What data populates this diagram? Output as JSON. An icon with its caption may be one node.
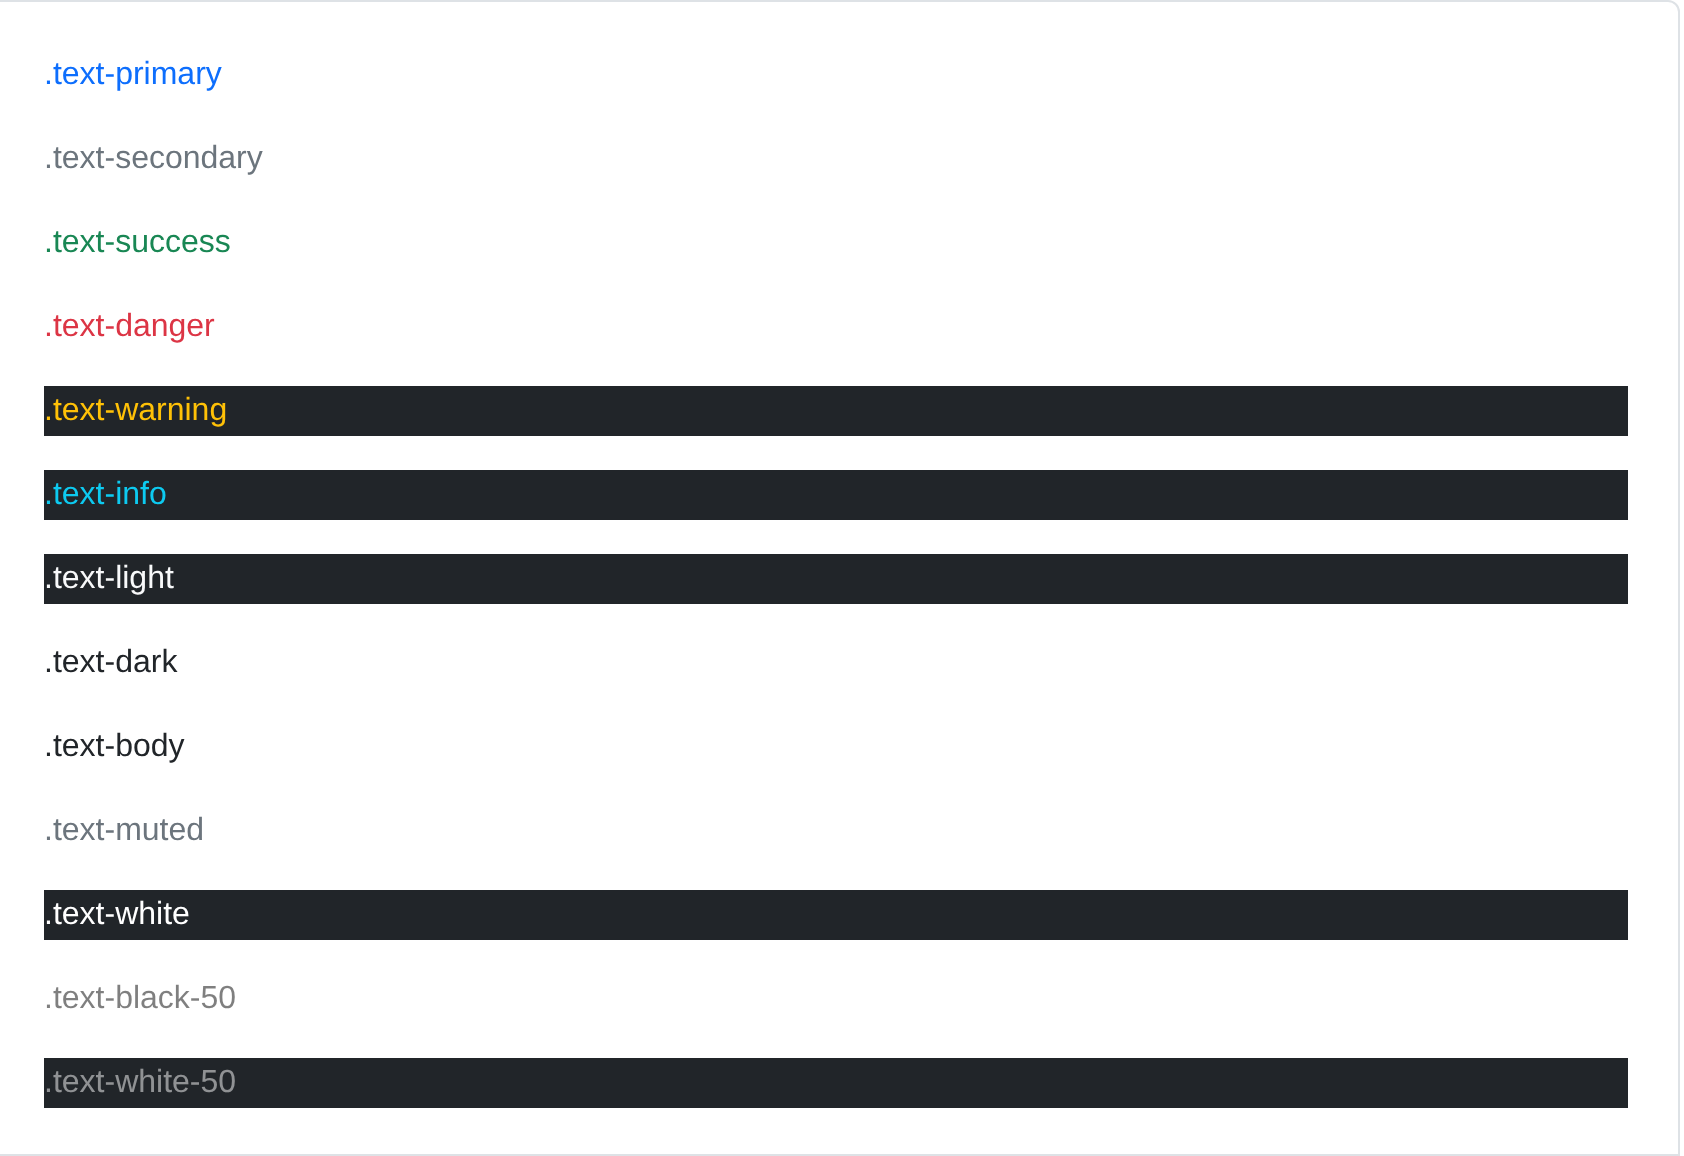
{
  "diagram": {
    "labels": [
      ".text-primary",
      ".text-secondary",
      ".text-success",
      ".text-danger",
      ".text-warning",
      ".text-info",
      ".text-light",
      ".text-dark",
      ".text-body",
      ".text-muted",
      ".text-white",
      ".text-black-50",
      ".text-white-50"
    ]
  }
}
